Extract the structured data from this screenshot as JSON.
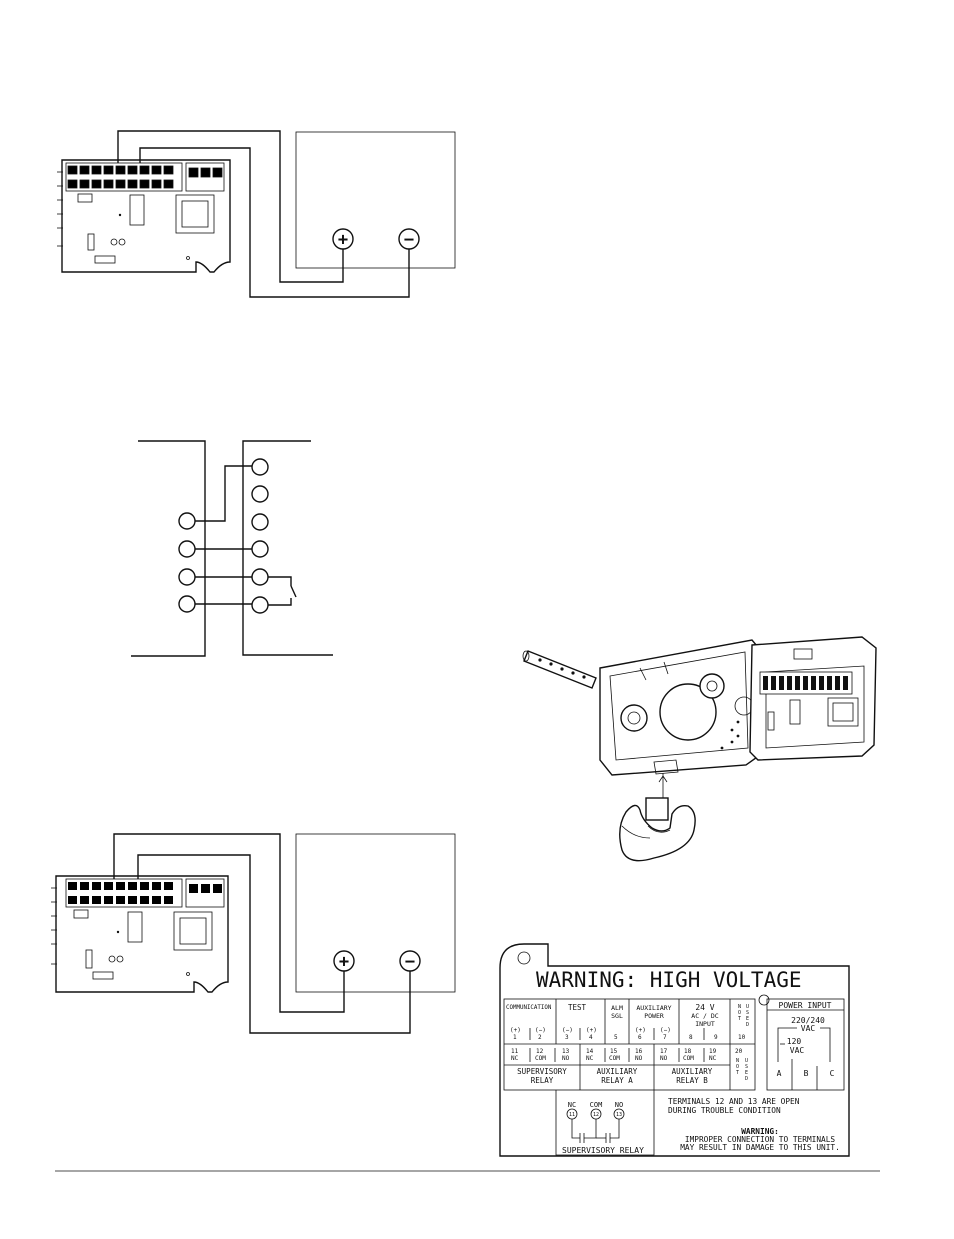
{
  "diagram1": {
    "plus": "+",
    "minus": "−"
  },
  "diagram3": {
    "plus": "+",
    "minus": "−"
  },
  "label": {
    "title": "WARNING: HIGH VOLTAGE",
    "terminals": [
      {
        "group": "COMMUNICATION",
        "items": [
          {
            "sign": "(+)",
            "num": "1"
          },
          {
            "sign": "(−)",
            "num": "2"
          }
        ]
      },
      {
        "group": "TEST",
        "items": [
          {
            "sign": "(−)",
            "num": "3"
          },
          {
            "sign": "(+)",
            "num": "4"
          }
        ]
      },
      {
        "group": "ALM SGL",
        "items": [
          {
            "sign": "",
            "num": "5"
          }
        ]
      },
      {
        "group": "AUXILIARY POWER",
        "items": [
          {
            "sign": "(+)",
            "num": "6"
          },
          {
            "sign": "(−)",
            "num": "7"
          }
        ]
      },
      {
        "group": "24 V AC / DC INPUT",
        "items": [
          {
            "sign": "",
            "num": "8"
          },
          {
            "sign": "",
            "num": "9"
          }
        ]
      },
      {
        "group": "NOT USED",
        "items": [
          {
            "sign": "",
            "num": "10"
          }
        ]
      }
    ],
    "lower_terms": [
      {
        "num": "11",
        "type": "NC"
      },
      {
        "num": "12",
        "type": "COM"
      },
      {
        "num": "13",
        "type": "NO"
      },
      {
        "num": "14",
        "type": "NC"
      },
      {
        "num": "15",
        "type": "COM"
      },
      {
        "num": "16",
        "type": "NO"
      },
      {
        "num": "17",
        "type": "NO"
      },
      {
        "num": "18",
        "type": "COM"
      },
      {
        "num": "19",
        "type": "NC"
      },
      {
        "num": "20",
        "type": "NOT USED"
      }
    ],
    "relay_groups": [
      "SUPERVISORY RELAY",
      "AUXILIARY RELAY A",
      "AUXILIARY RELAY B"
    ],
    "power_input": "POWER INPUT",
    "vac_220": "220/240",
    "vac_220_unit": "VAC",
    "vac_120": "120",
    "vac_120_unit": "VAC",
    "power_terms": [
      "A",
      "B",
      "C"
    ],
    "note": "TERMINALS 12 AND 13 ARE OPEN DURING TROUBLE CONDITION",
    "warning_title": "WARNING:",
    "warning_text": "IMPROPER CONNECTION TO TERMINALS MAY RESULT IN DAMAGE TO THIS UNIT.",
    "sup_relay_labels": [
      {
        "t": "NC",
        "n": "11"
      },
      {
        "t": "COM",
        "n": "12"
      },
      {
        "t": "NO",
        "n": "13"
      }
    ],
    "sup_relay_caption": "SUPERVISORY RELAY"
  }
}
